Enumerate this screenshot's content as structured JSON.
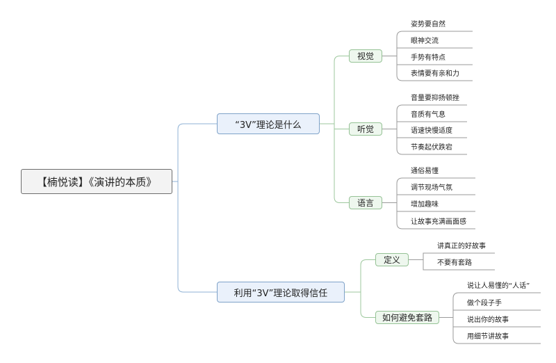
{
  "root": {
    "label": "【楠悦读】《演讲的本质》"
  },
  "branches": [
    {
      "label": "“3V”理论是什么",
      "children": [
        {
          "label": "视觉",
          "leaves": [
            "姿势要自然",
            "眼神交流",
            "手势有特点",
            "表情要有亲和力"
          ]
        },
        {
          "label": "听觉",
          "leaves": [
            "音量要抑扬顿挫",
            "音质有气息",
            "语速快慢适度",
            "节奏起伏跌宕"
          ]
        },
        {
          "label": "语言",
          "leaves": [
            "通俗易懂",
            "调节现场气氛",
            "增加趣味",
            "让故事充满画面感"
          ]
        }
      ]
    },
    {
      "label": "利用“3V”理论取得信任",
      "children": [
        {
          "label": "定义",
          "leaves": [
            "讲真正的好故事",
            "不要有套路"
          ]
        },
        {
          "label": "如何避免套路",
          "leaves": [
            "说让人易懂的“人话”",
            "做个段子手",
            "说出你的故事",
            "用细节讲故事"
          ]
        }
      ]
    }
  ],
  "colors": {
    "root_border": "#6d6d6d",
    "branch_fill": "#eaf1fb",
    "branch_border": "#7ea2c8",
    "sub_fill": "#eef7ee",
    "sub_border": "#95c295",
    "connector_blue": "#8fb1d4",
    "connector_green": "#9cc79c",
    "leaf_underline": "#9a9a9a"
  }
}
